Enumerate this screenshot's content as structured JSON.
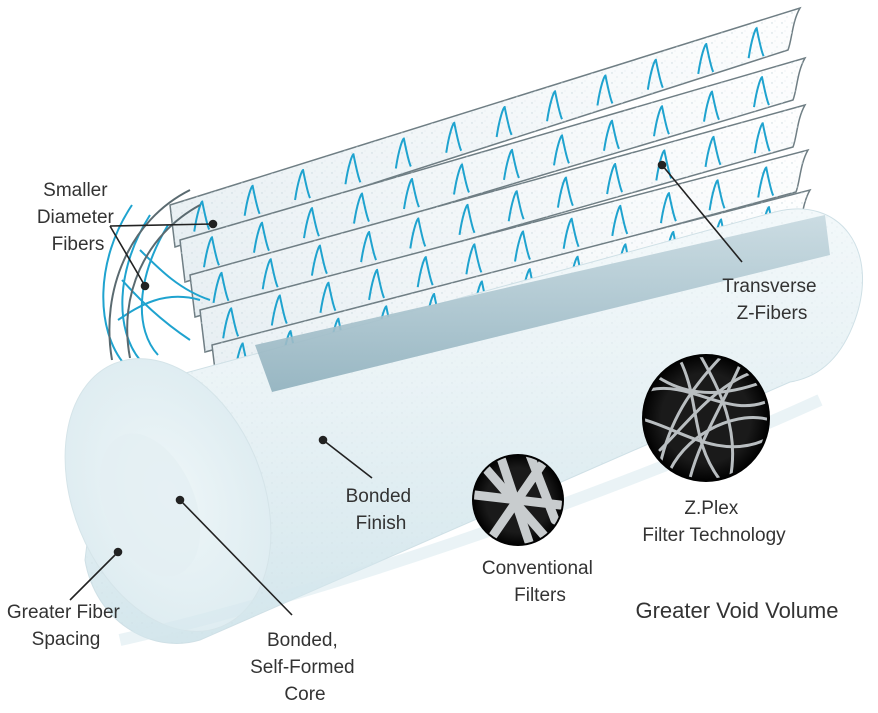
{
  "labels": {
    "smaller_fibers": [
      "Smaller",
      "Diameter",
      "Fibers"
    ],
    "transverse": [
      "Transverse",
      "Z-Fibers"
    ],
    "bonded_finish": [
      "Bonded",
      "Finish"
    ],
    "zplex": [
      "Z.Plex",
      "Filter Technology"
    ],
    "conventional": [
      "Conventional",
      "Filters"
    ],
    "greater_spacing": [
      "Greater Fiber",
      "Spacing"
    ],
    "bonded_core": [
      "Bonded,",
      "Self-Formed",
      "Core"
    ],
    "void_volume": "Greater Void Volume"
  },
  "colors": {
    "fiber_blue": "#1fa3cf",
    "cylinder": "#e9f3f6",
    "label_text": "#333333",
    "leader": "#222222"
  }
}
